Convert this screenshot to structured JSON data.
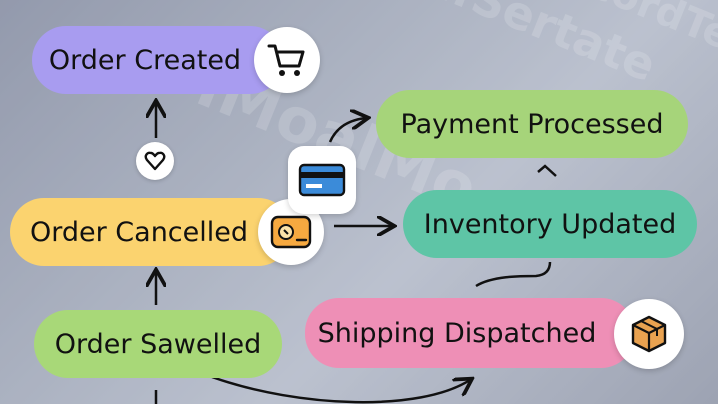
{
  "diagram": {
    "nodes": {
      "order_created": "Order Created",
      "order_cancelled": "Order Cancelled",
      "order_sawelled": "Order Sawelled",
      "payment_processed": "Payment Processed",
      "inventory_updated": "Inventory Updated",
      "shipping_dispatched": "Shipping Dispatched"
    },
    "background_text": [
      "/infSertate",
      "IMoalMo",
      "ecordTe"
    ],
    "icons": [
      "cart-icon",
      "heart-link-icon",
      "credit-card-icon",
      "wallet-icon",
      "package-icon"
    ],
    "colors": {
      "order_created": "#a89cf0",
      "order_cancelled": "#fbd36f",
      "order_sawelled": "#a8d878",
      "payment_processed": "#a6d47a",
      "inventory_updated": "#5ec5a6",
      "shipping_dispatched": "#ee8fb6"
    }
  }
}
